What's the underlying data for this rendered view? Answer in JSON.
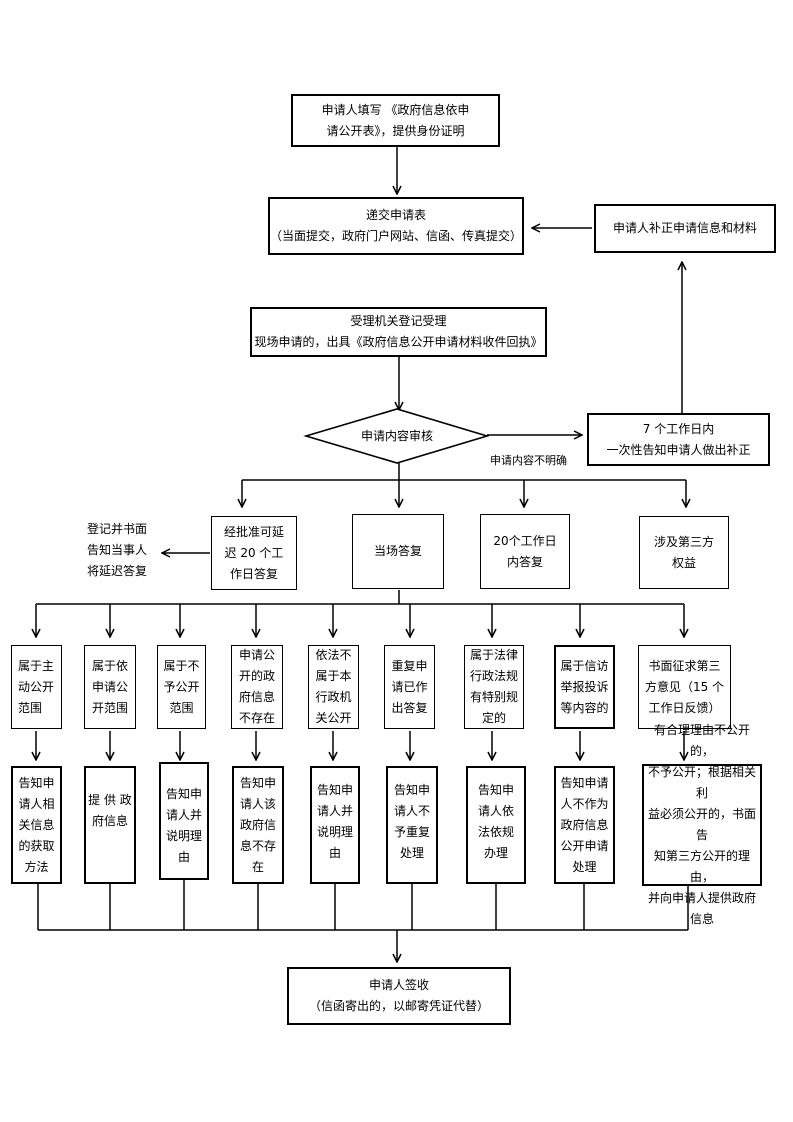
{
  "nodes": {
    "fill_form": "申请人填写 《政府信息依申\n请公开表》，提供身份证明",
    "submit_title": "递交申请表",
    "submit_methods": "（当面提交，政府门户网站、信函、传真提交）",
    "supplement": "申请人补正申请信息和材料",
    "register": "受理机关登记受理\n现场申请的，出具《政府信息公开申请材料收件回执》",
    "review": "申请内容审核",
    "notify_7days": "7 个工作日内\n一次性告知申请人做出补正",
    "unclear_label": "申请内容不明确",
    "extension_notice": "登记并书面\n告知当事人\n将延迟答复",
    "extension": "经批准可延\n迟 20 个工\n作日答复",
    "reply_onsite": "当场答复",
    "reply_20days": "20个工作日\n内答复",
    "third_party": "涉及第三方\n权益"
  },
  "categories": [
    "属于主\n动公开\n范围",
    "属于依\n申请公\n开范围",
    "属于不\n予公开\n范围",
    "申请公\n开的政\n府信息\n不存在",
    "依法不\n属于本\n行政机\n关公开",
    "重复申\n请已作\n出答复",
    "属于法律\n行政法规\n有特别规\n定的",
    "属于信访\n举报投诉\n等内容的",
    "书面征求第三\n方意见（15 个\n工作日反馈）"
  ],
  "outcomes": [
    "告知申\n请人相\n关信息\n的获取\n方法",
    "提 供 政\n府信息",
    "告知申\n请人并\n说明理\n由",
    "告知申\n请人该\n政府信\n息不存\n在",
    "告知申\n请人并\n说明理\n由",
    "告知申\n请人不\n予重复\n处理",
    "告知申\n请人依\n法依规\n办理",
    "告知申请\n人不作为\n政府信息\n公开申请\n处理",
    "有合理理由不公开的，\n不予公开；根据相关利\n益必须公开的，书面告\n知第三方公开的理由，\n并向申请人提供政府\n信息"
  ],
  "final": {
    "title": "申请人签收",
    "note": "（信函寄出的，以邮寄凭证代替）"
  }
}
